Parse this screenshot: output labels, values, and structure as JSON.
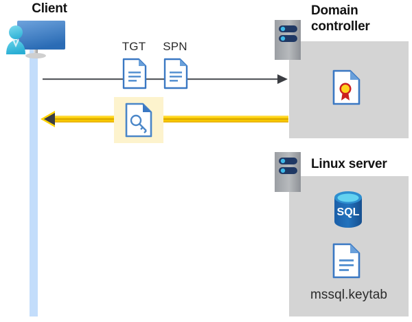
{
  "diagram": {
    "type": "sequence-flow",
    "title": "Kerberos authentication flow between client, domain controller and Linux server",
    "background": "#ffffff",
    "colors": {
      "lifeline": "#c3ddfb",
      "panel_gray": "#d4d4d4",
      "highlight_yellow": "#fdf3cd",
      "arrow_yellow": "#ffd200",
      "arrow_yellow_dark": "#d9a400",
      "arrow_gray": "#595b60",
      "doc_blue": "#3a78c3",
      "doc_blue_light": "#6aa0da",
      "server_gray": "#9b9ea3",
      "server_navy": "#1f3864",
      "server_dot": "#3fb9e8",
      "sql_blue": "#1d68b3",
      "sql_top": "#4ec4ea",
      "cert_gold": "#ffd21e",
      "cert_red": "#cc1f20",
      "text_dark": "#121212",
      "text_gray": "#2b2b2b"
    }
  },
  "client": {
    "title": "Client",
    "icon": "user-workstation-icon",
    "lifeline": "client-lifeline"
  },
  "messages": {
    "request": {
      "name": "request-arrow",
      "direction": "right",
      "color": "#595b60",
      "artifacts": [
        {
          "label": "TGT",
          "icon": "document-icon"
        },
        {
          "label": "SPN",
          "icon": "document-icon"
        }
      ]
    },
    "response": {
      "name": "response-arrow",
      "direction": "left",
      "color": "#ffd200",
      "artifact": {
        "label": "",
        "icon": "key-document-icon",
        "highlighted": true
      }
    }
  },
  "domain_controller": {
    "title_line1": "Domain",
    "title_line2": "controller",
    "server_icon": "server-rack-icon",
    "contents": [
      {
        "icon": "certificate-document-icon",
        "label": ""
      }
    ]
  },
  "linux_server": {
    "title": "Linux server",
    "server_icon": "server-rack-icon",
    "contents": [
      {
        "icon": "sql-database-icon",
        "label": "SQL"
      },
      {
        "icon": "document-icon",
        "label": "mssql.keytab"
      }
    ]
  }
}
